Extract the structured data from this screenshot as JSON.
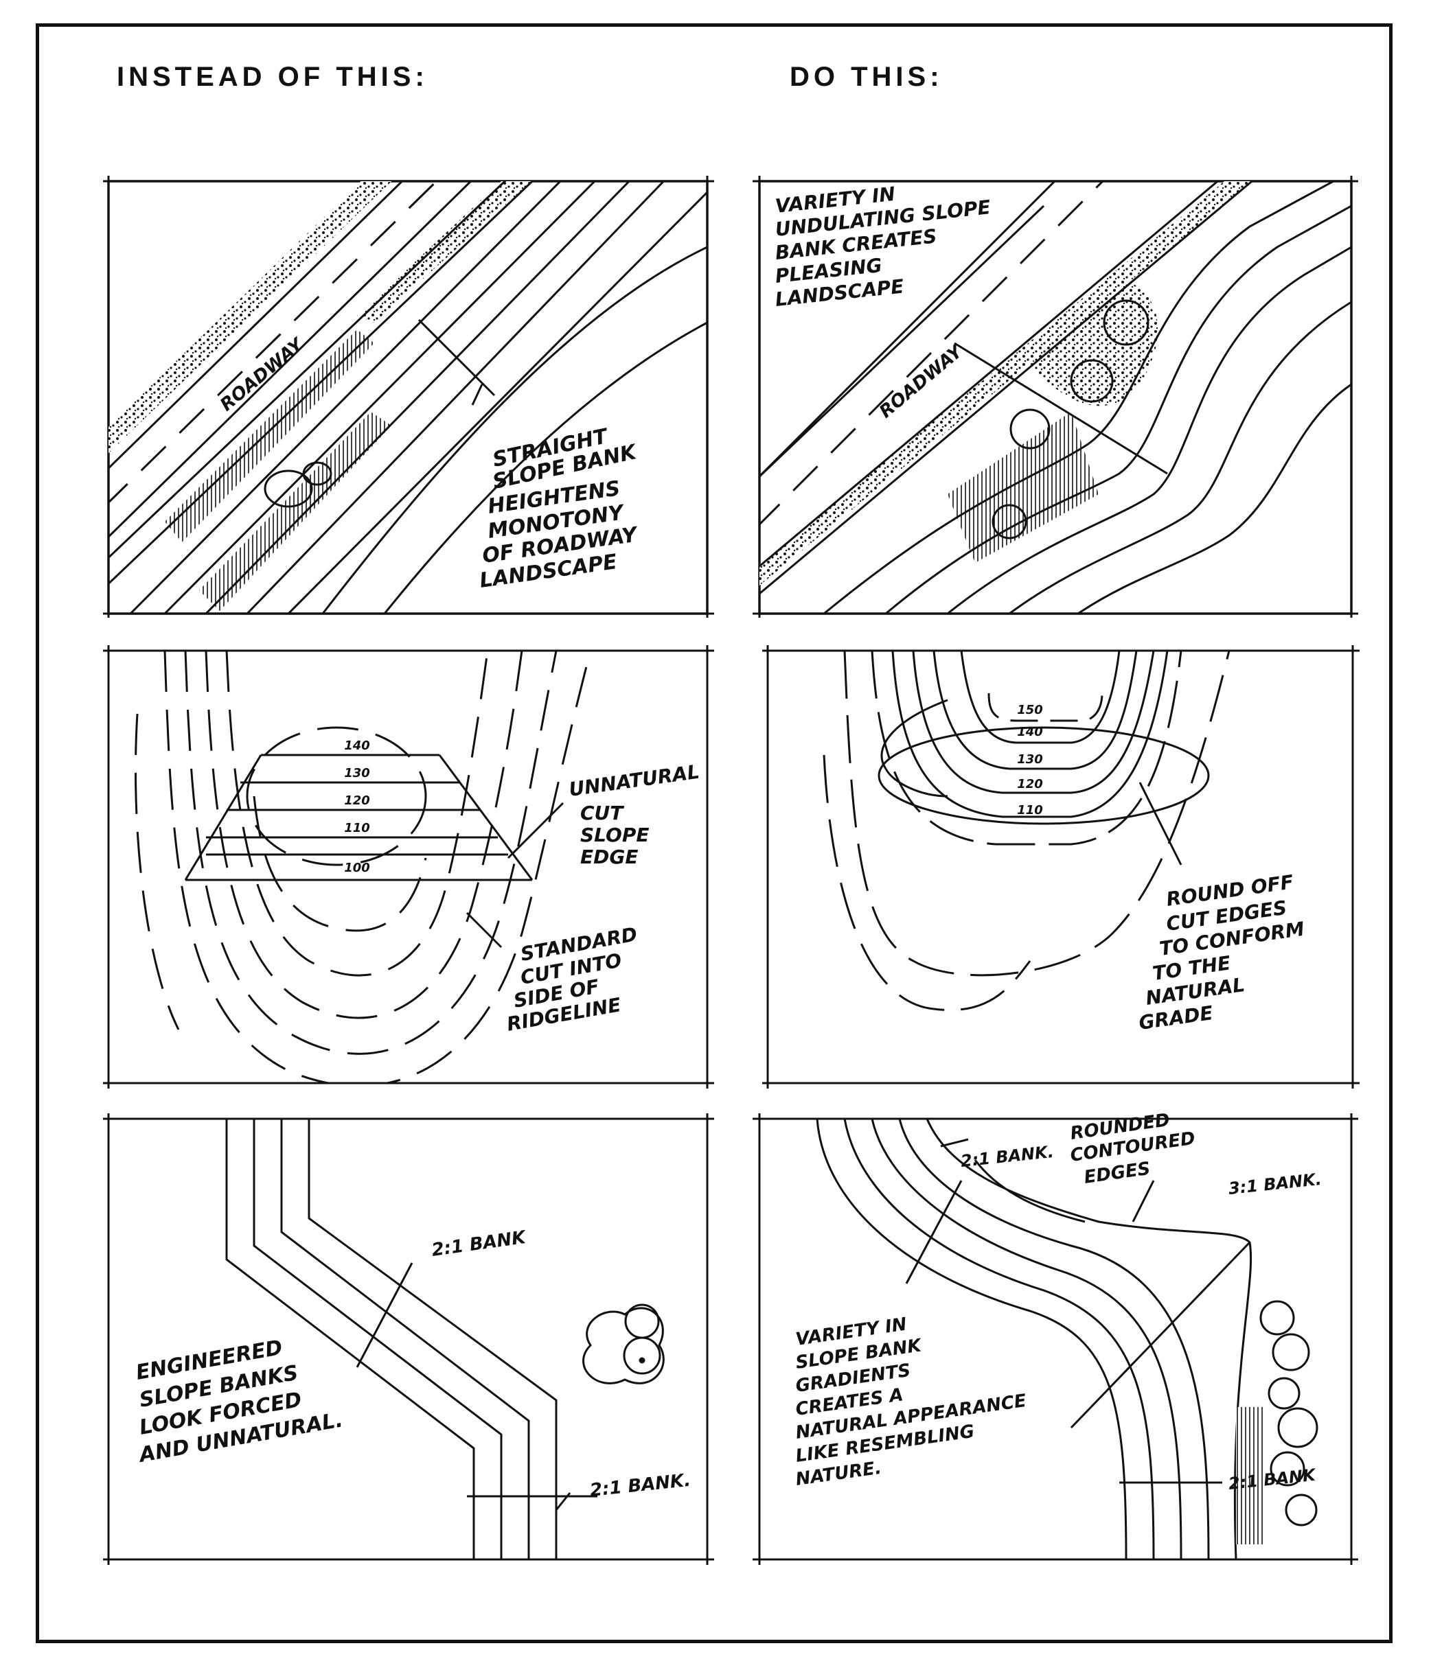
{
  "headings": {
    "left": "INSTEAD OF THIS:",
    "right": "DO THIS:"
  },
  "panels": [
    {
      "id": "roadway-straight",
      "column": "instead",
      "labels": [
        "ROADWAY"
      ],
      "note": [
        "STRAIGHT",
        "SLOPE BANK",
        "HEIGHTENS",
        "MONOTONY",
        "OF ROADWAY",
        "LANDSCAPE"
      ]
    },
    {
      "id": "roadway-varied",
      "column": "do",
      "labels": [
        "ROADWAY"
      ],
      "note": [
        "VARIETY IN",
        "UNDULATING SLOPE",
        "BANK CREATES",
        "PLEASING",
        "LANDSCAPE"
      ]
    },
    {
      "id": "ridge-standard-cut",
      "column": "instead",
      "contours": [
        "140",
        "130",
        "120",
        "110",
        "100"
      ],
      "note_a": [
        "UNNATURAL",
        "CUT",
        "SLOPE",
        "EDGE"
      ],
      "note_b": [
        "STANDARD",
        "CUT INTO",
        "SIDE OF",
        "RIDGELINE"
      ]
    },
    {
      "id": "ridge-rounded-cut",
      "column": "do",
      "contours": [
        "150",
        "140",
        "130",
        "120",
        "110"
      ],
      "note": [
        "ROUND OFF",
        "CUT EDGES",
        "TO CONFORM",
        "TO THE",
        "NATURAL",
        "GRADE"
      ]
    },
    {
      "id": "slope-engineered",
      "column": "instead",
      "bank_labels": [
        "2:1 BANK",
        "2:1 BANK."
      ],
      "note": [
        "ENGINEERED",
        "SLOPE BANKS",
        "LOOK FORCED",
        "AND UNNATURAL."
      ]
    },
    {
      "id": "slope-natural",
      "column": "do",
      "bank_labels": [
        "2:1 BANK.",
        "3:1 BANK.",
        "2:1 BANK"
      ],
      "note_a": [
        "ROUNDED",
        "CONTOURED",
        "EDGES"
      ],
      "note_b": [
        "VARIETY IN",
        "SLOPE BANK",
        "GRADIENTS",
        "CREATES A",
        "NATURAL APPEARANCE",
        "LIKE RESEMBLING",
        "NATURE."
      ]
    }
  ]
}
